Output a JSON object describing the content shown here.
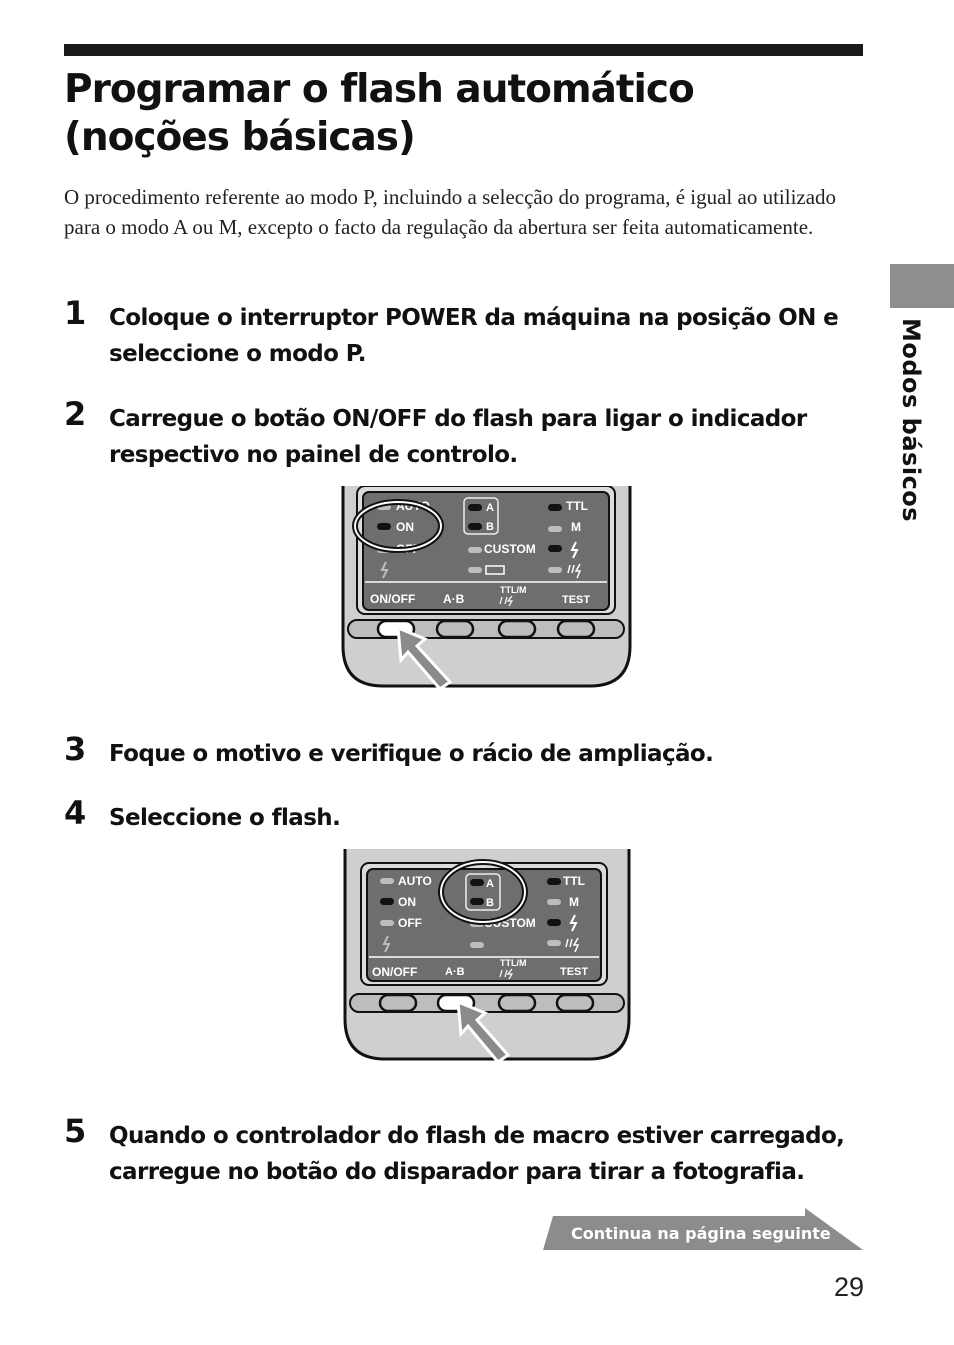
{
  "title": "Programar o flash automático (noções básicas)",
  "intro": "O procedimento referente ao modo P, incluindo a selecção do programa, é igual ao utilizado para o modo A ou M, excepto o facto da regulação da abertura ser feita automaticamente.",
  "side_label": "Modos básicos",
  "steps": [
    {
      "number": "1",
      "text": "Coloque o interruptor POWER da máquina na posição ON e seleccione o modo P."
    },
    {
      "number": "2",
      "text": "Carregue o botão ON/OFF do flash para ligar o indicador respectivo no painel de controlo."
    },
    {
      "number": "3",
      "text": "Foque o motivo e verifique o rácio de ampliação."
    },
    {
      "number": "4",
      "text": "Seleccione o flash."
    },
    {
      "number": "5",
      "text": "Quando o controlador do flash de macro estiver carregado, carregue no botão do disparador para tirar a fotografia."
    }
  ],
  "panel_1": {
    "labels": {
      "auto": "AUTO",
      "on": "ON",
      "off": "OFF",
      "a": "A",
      "b": "B",
      "custom": "CUSTOM",
      "ttl": "TTL",
      "m": "M"
    },
    "buttons": {
      "on_off": "ON/OFF",
      "ab": "A·B",
      "ttl_m": "TTL/M",
      "test": "TEST"
    }
  },
  "panel_2": {
    "labels": {
      "auto": "AUTO",
      "on": "ON",
      "off": "OFF",
      "a": "A",
      "b": "B",
      "custom": "CUSTOM",
      "ttl": "TTL",
      "m": "M"
    },
    "buttons": {
      "on_off": "ON/OFF",
      "ab": "A·B",
      "ttl_m": "TTL/M",
      "test": "TEST"
    }
  },
  "continue_label": "Continua na página seguinte",
  "page_number": "29"
}
